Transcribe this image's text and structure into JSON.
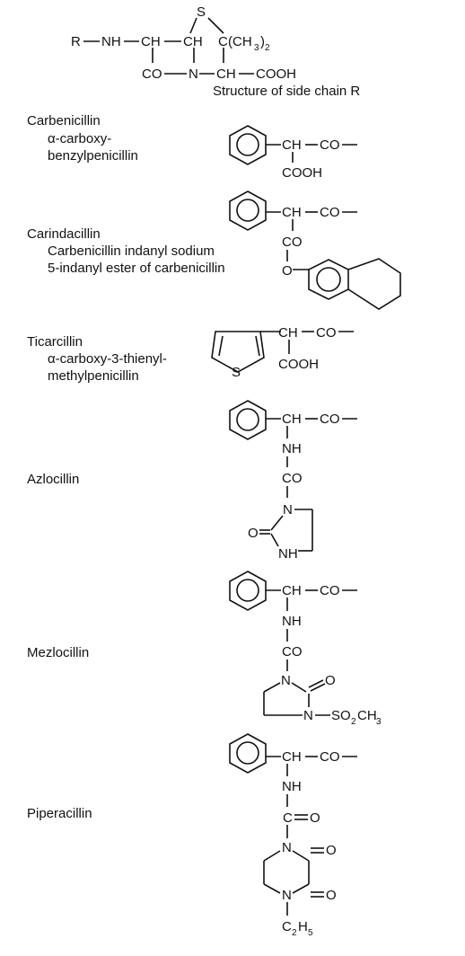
{
  "core": {
    "r": "R",
    "nh": "NH",
    "ch1": "CH",
    "ch2": "CH",
    "s": "S",
    "c": "C",
    "ch3_open": "(CH",
    "ch3_sub": "3",
    "ch3_close": ")",
    "ch3_sub2": "2",
    "co": "CO",
    "n": "N",
    "ch3": "CH",
    "cooh": "COOH",
    "caption": "Structure of side chain R"
  },
  "compounds": [
    {
      "name": "Carbenicillin",
      "lines": [
        "α-carboxy-",
        "benzylpenicillin"
      ]
    },
    {
      "name": "Carindacillin",
      "lines": [
        "Carbenicillin indanyl sodium",
        "5-indanyl ester of carbenicillin"
      ]
    },
    {
      "name": "Ticarcillin",
      "lines": [
        "α-carboxy-3-thienyl-",
        "methylpenicillin"
      ]
    },
    {
      "name": "Azlocillin",
      "lines": []
    },
    {
      "name": "Mezlocillin",
      "lines": []
    },
    {
      "name": "Piperacillin",
      "lines": []
    }
  ],
  "atoms": {
    "ch": "CH",
    "co": "CO",
    "cooh": "COOH",
    "o": "O",
    "s": "S",
    "nh": "NH",
    "n": "N",
    "c": "C",
    "so2": "SO",
    "so2_sub": "2",
    "ch3": "CH",
    "ch3_sub": "3",
    "c2h5_c": "C",
    "c2h5_sub": "2",
    "c2h5_h": "H",
    "c2h5_sub2": "5"
  }
}
